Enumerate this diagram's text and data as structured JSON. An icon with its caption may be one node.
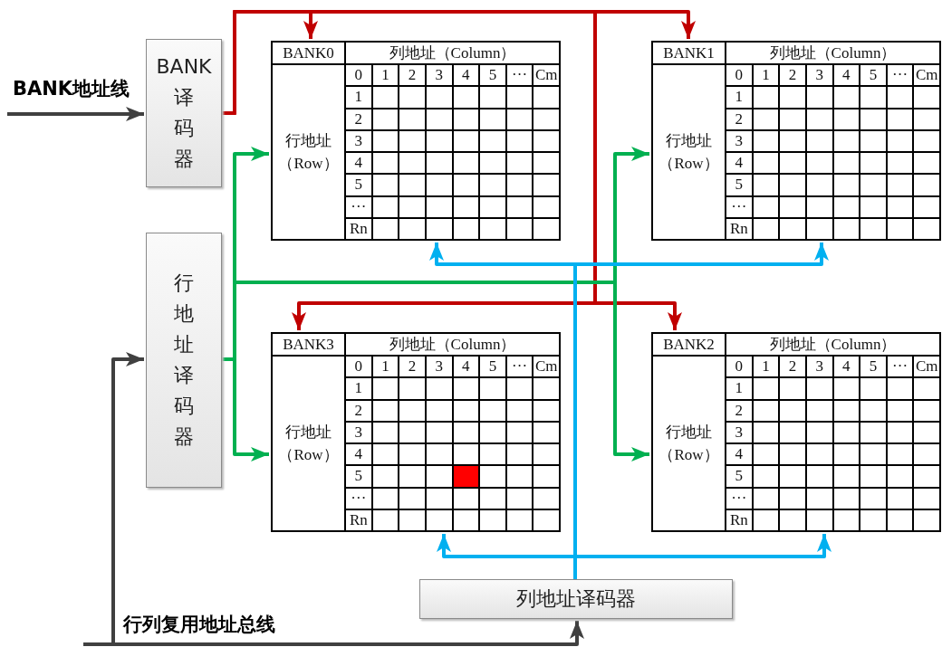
{
  "diagram": {
    "nodes": [
      {
        "text": [
          "BANK译码器"
        ]
      },
      {
        "text": [
          "BANK0",
          "列地址（Column）",
          "行地址（Row）",
          "0",
          "1",
          "2",
          "3",
          "4",
          "5",
          "···",
          "Cm",
          "1",
          "2",
          "3",
          "4",
          "5",
          "···",
          "Rn"
        ]
      },
      {
        "text": [
          "BANK1",
          "列地址（Column）",
          "行地址（Row）",
          "0",
          "1",
          "2",
          "3",
          "4",
          "5",
          "···",
          "Cm",
          "1",
          "2",
          "3",
          "4",
          "5",
          "···",
          "Rn"
        ]
      },
      {
        "text": [
          "行地址译码器"
        ]
      },
      {
        "text": [
          "BANK3",
          "列地址（Column）",
          "行地址（Row）",
          "0",
          "1",
          "2",
          "3",
          "4",
          "5",
          "···",
          "Cm",
          "1",
          "2",
          "3",
          "4",
          "5",
          "···",
          "Rn"
        ]
      },
      {
        "text": [],
        "shape": "box",
        "in": 4
      },
      {
        "text": [
          "BANK2",
          "列地址（Column）",
          "行地址（Row）",
          "0",
          "1",
          "2",
          "3",
          "4",
          "5",
          "···",
          "Cm",
          "1",
          "2",
          "3",
          "4",
          "5",
          "···",
          "Rn"
        ]
      },
      {
        "text": [
          "列地址译码器"
        ]
      }
    ],
    "edges": [
      {
        "from": null,
        "to": 0,
        "arrow": "to",
        "label": "BANK地址线",
        "color": "#404040"
      },
      {
        "from": 0,
        "to": 1,
        "arrow": "to",
        "color": "#c00000"
      },
      {
        "from": 0,
        "to": 2,
        "arrow": "to",
        "color": "#c00000"
      },
      {
        "from": 0,
        "to": 4,
        "arrow": "to",
        "color": "#c00000"
      },
      {
        "from": 0,
        "to": 6,
        "arrow": "to",
        "color": "#c00000"
      },
      {
        "from": 3,
        "to": 1,
        "arrow": "to",
        "color": "#00b050"
      },
      {
        "from": 3,
        "to": 2,
        "arrow": "to",
        "color": "#00b050"
      },
      {
        "from": 3,
        "to": 4,
        "arrow": "to",
        "color": "#00b050"
      },
      {
        "from": 3,
        "to": 6,
        "arrow": "to",
        "color": "#00b050"
      },
      {
        "from": 7,
        "to": 1,
        "arrow": "to",
        "color": "#00b0f0"
      },
      {
        "from": 7,
        "to": 2,
        "arrow": "to",
        "color": "#00b0f0"
      },
      {
        "from": 7,
        "to": 4,
        "arrow": "to",
        "color": "#00b0f0"
      },
      {
        "from": 7,
        "to": 6,
        "arrow": "to",
        "color": "#00b0f0"
      },
      {
        "from": null,
        "to": 3,
        "arrow": "to",
        "color": "#404040"
      },
      {
        "from": null,
        "to": 7,
        "arrow": "to",
        "label": "行列复用地址总线",
        "color": "#404040"
      }
    ]
  }
}
